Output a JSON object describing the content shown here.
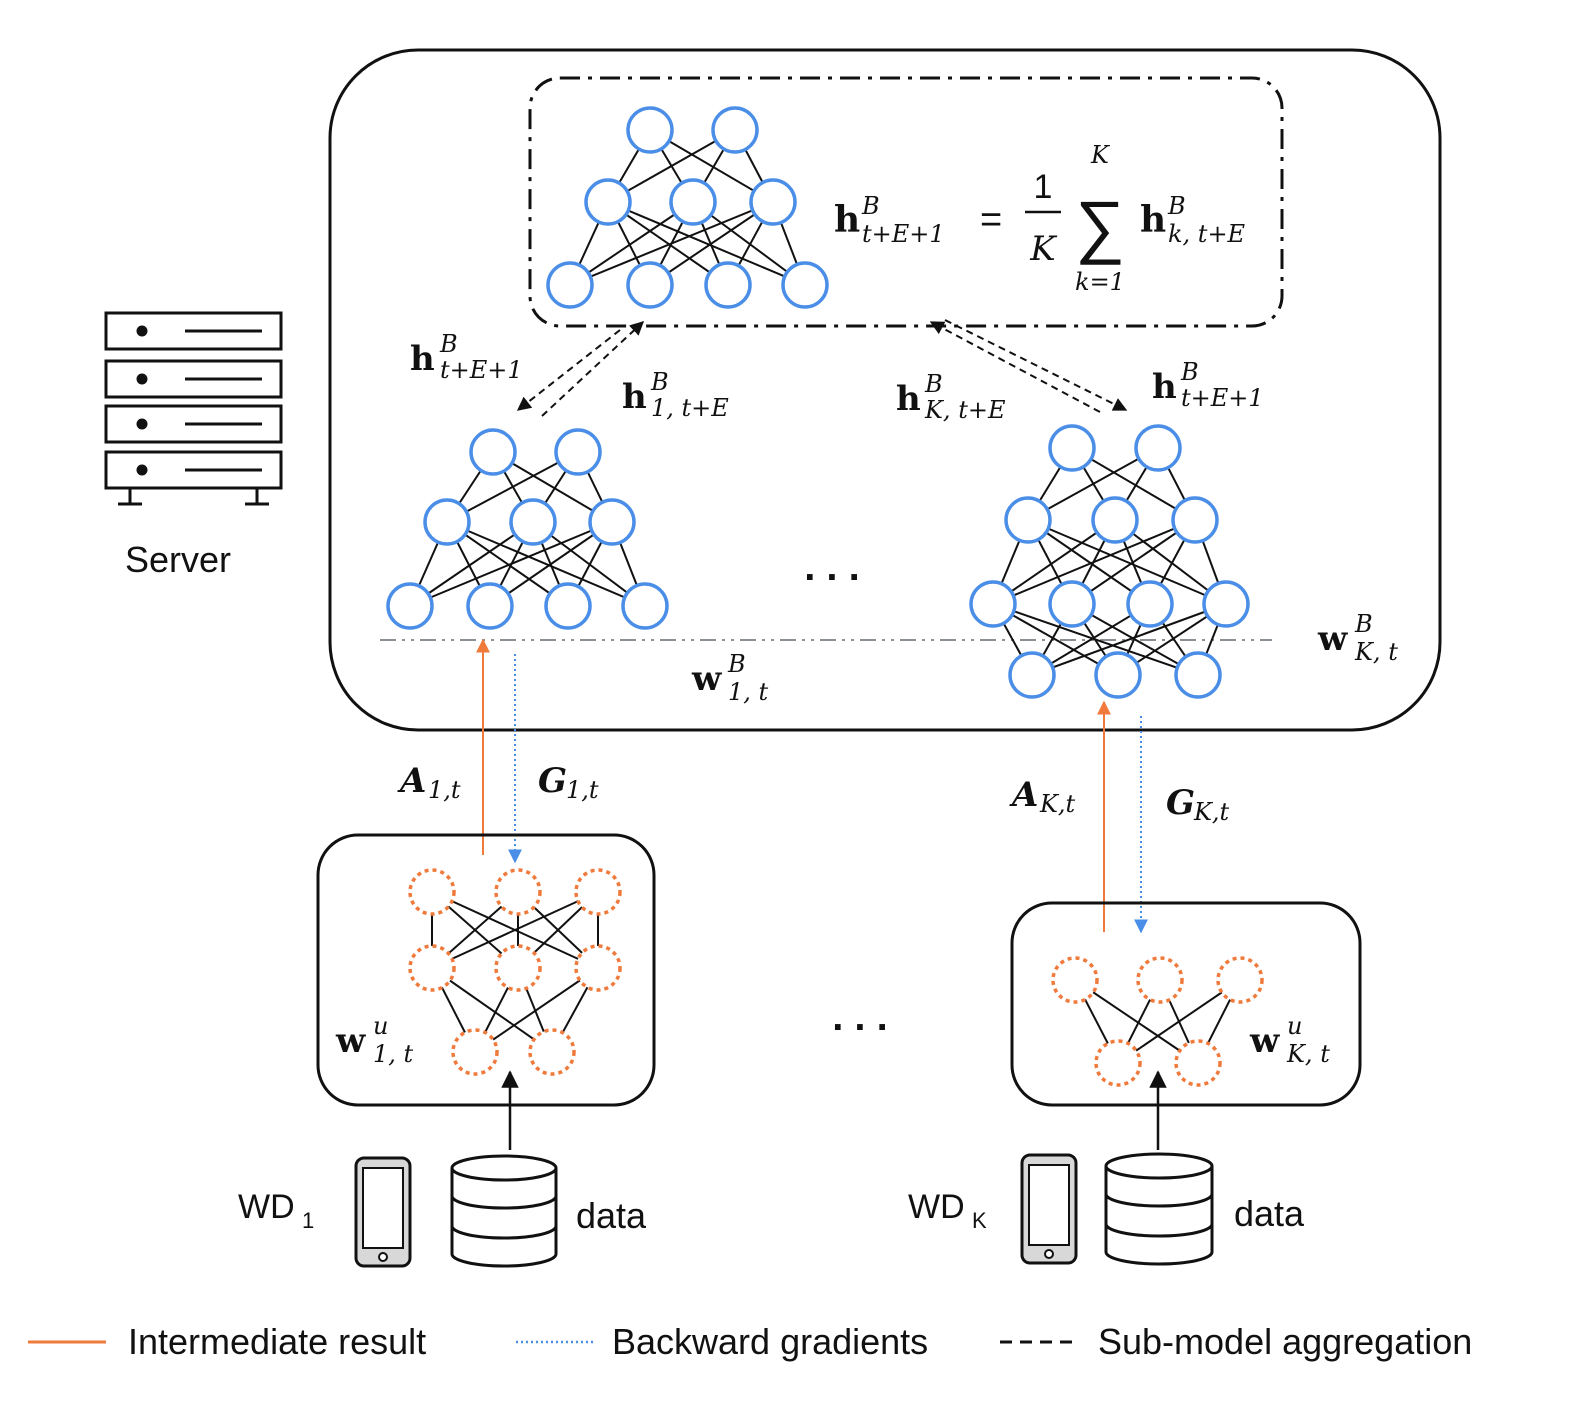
{
  "server": {
    "label": "Server"
  },
  "aggregated_model": {
    "formula": {
      "lhs_base": "h",
      "lhs_sup": "B",
      "lhs_sub": "t+E+1",
      "equals": "=",
      "frac_num": "1",
      "frac_den": "K",
      "sum_symbol": "∑",
      "sum_upper": "K",
      "sum_lower": "k=1",
      "rhs_base": "h",
      "rhs_sup": "B",
      "rhs_sub": "k, t+E"
    }
  },
  "aggregation_labels": {
    "left_down": {
      "base": "h",
      "sup": "B",
      "sub": "t+E+1"
    },
    "left_up": {
      "base": "h",
      "sup": "B",
      "sub": "1, t+E"
    },
    "right_up": {
      "base": "h",
      "sup": "B",
      "sub": "K, t+E"
    },
    "right_down": {
      "base": "h",
      "sup": "B",
      "sub": "t+E+1"
    }
  },
  "server_submodels": {
    "ellipsis": ". . .",
    "left_weight": {
      "base": "w",
      "sup": "B",
      "sub": "1, t"
    },
    "right_weight": {
      "base": "w",
      "sup": "B",
      "sub": "K, t"
    }
  },
  "links": {
    "a1": {
      "base": "A",
      "sub": "1,t"
    },
    "g1": {
      "base": "G",
      "sub": "1,t"
    },
    "ak": {
      "base": "A",
      "sub": "K,t"
    },
    "gk": {
      "base": "G",
      "sub": "K,t"
    }
  },
  "devices": {
    "ellipsis": ". . .",
    "left": {
      "weight": {
        "base": "w",
        "sup": "u",
        "sub": "1, t"
      },
      "device_label": "WD",
      "device_sub": "1",
      "data_label": "data"
    },
    "right": {
      "weight": {
        "base": "w",
        "sup": "u",
        "sub": "K, t"
      },
      "device_label": "WD",
      "device_sub": "K",
      "data_label": "data"
    }
  },
  "legend": {
    "intermediate": "Intermediate result",
    "backward": "Backward gradients",
    "aggregation": "Sub-model aggregation"
  },
  "colors": {
    "orange": "#f07a3c",
    "blue": "#4a8ee8",
    "black": "#111111",
    "gray": "#8a8f96"
  }
}
